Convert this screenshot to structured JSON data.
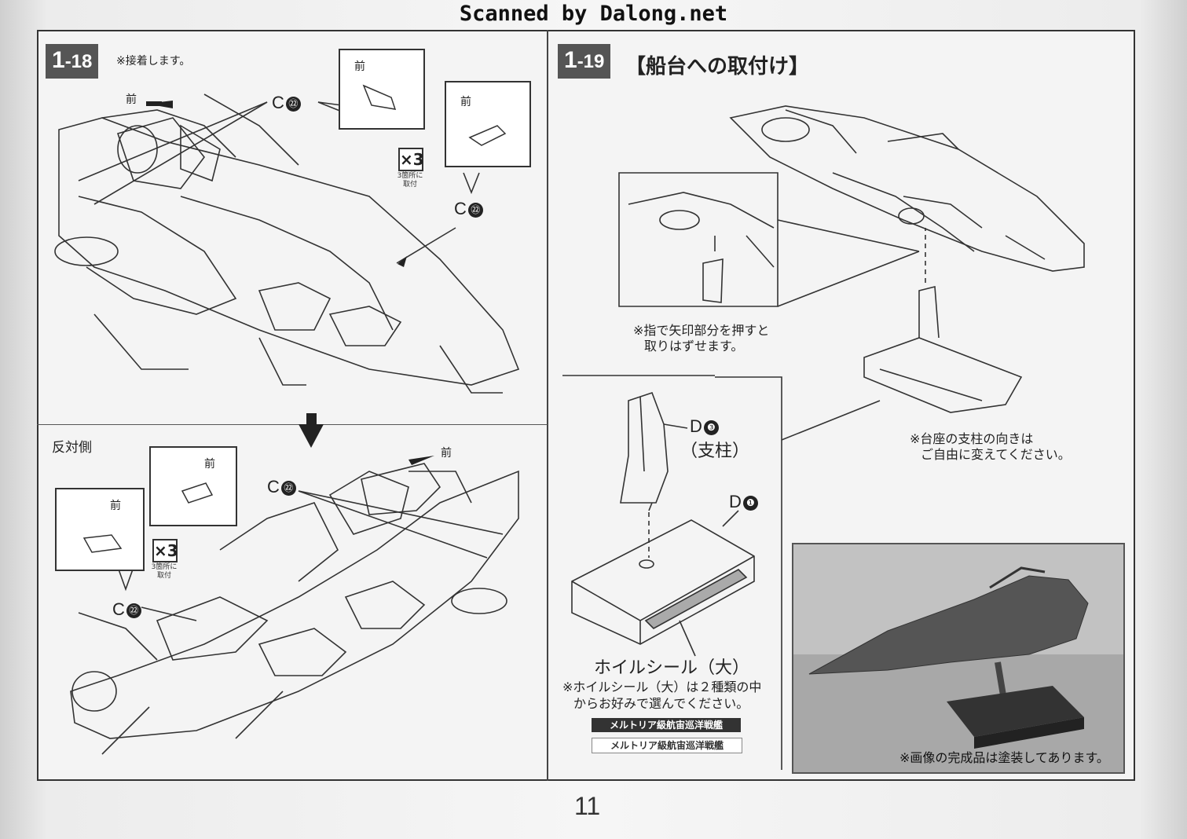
{
  "header": {
    "watermark": "Scanned by Dalong.net"
  },
  "step_18": {
    "number_main": "1",
    "number_sub": "-18",
    "note": "※接着します。",
    "front_label": "前",
    "part_label": "C",
    "part_num": "㉒",
    "times": "×3",
    "times_note": "3箇所に取付",
    "opposite_side": "反対側"
  },
  "step_19": {
    "number_main": "1",
    "number_sub": "-19",
    "title": "【船台への取付け】",
    "finger_note_1": "※指で矢印部分を押すと",
    "finger_note_2": "取りはずせます。",
    "d3_label": "D",
    "d3_num": "❸",
    "d3_name": "（支柱）",
    "d1_label": "D",
    "d1_num": "❶",
    "foil_label": "ホイルシール（大）",
    "foil_note_1": "※ホイルシール（大）は２種類の中",
    "foil_note_2": "からお好みで選んでください。",
    "plate_dark": "メルトリア級航宙巡洋戦艦",
    "plate_light": "メルトリア級航宙巡洋戦艦",
    "stand_note_1": "※台座の支柱の向きは",
    "stand_note_2": "ご自由に変えてください。",
    "photo_caption": "※画像の完成品は塗装してあります。"
  },
  "footer": {
    "page_number": "11"
  },
  "colors": {
    "badge": "#555555",
    "line": "#333333",
    "page": "#f4f4f4"
  }
}
